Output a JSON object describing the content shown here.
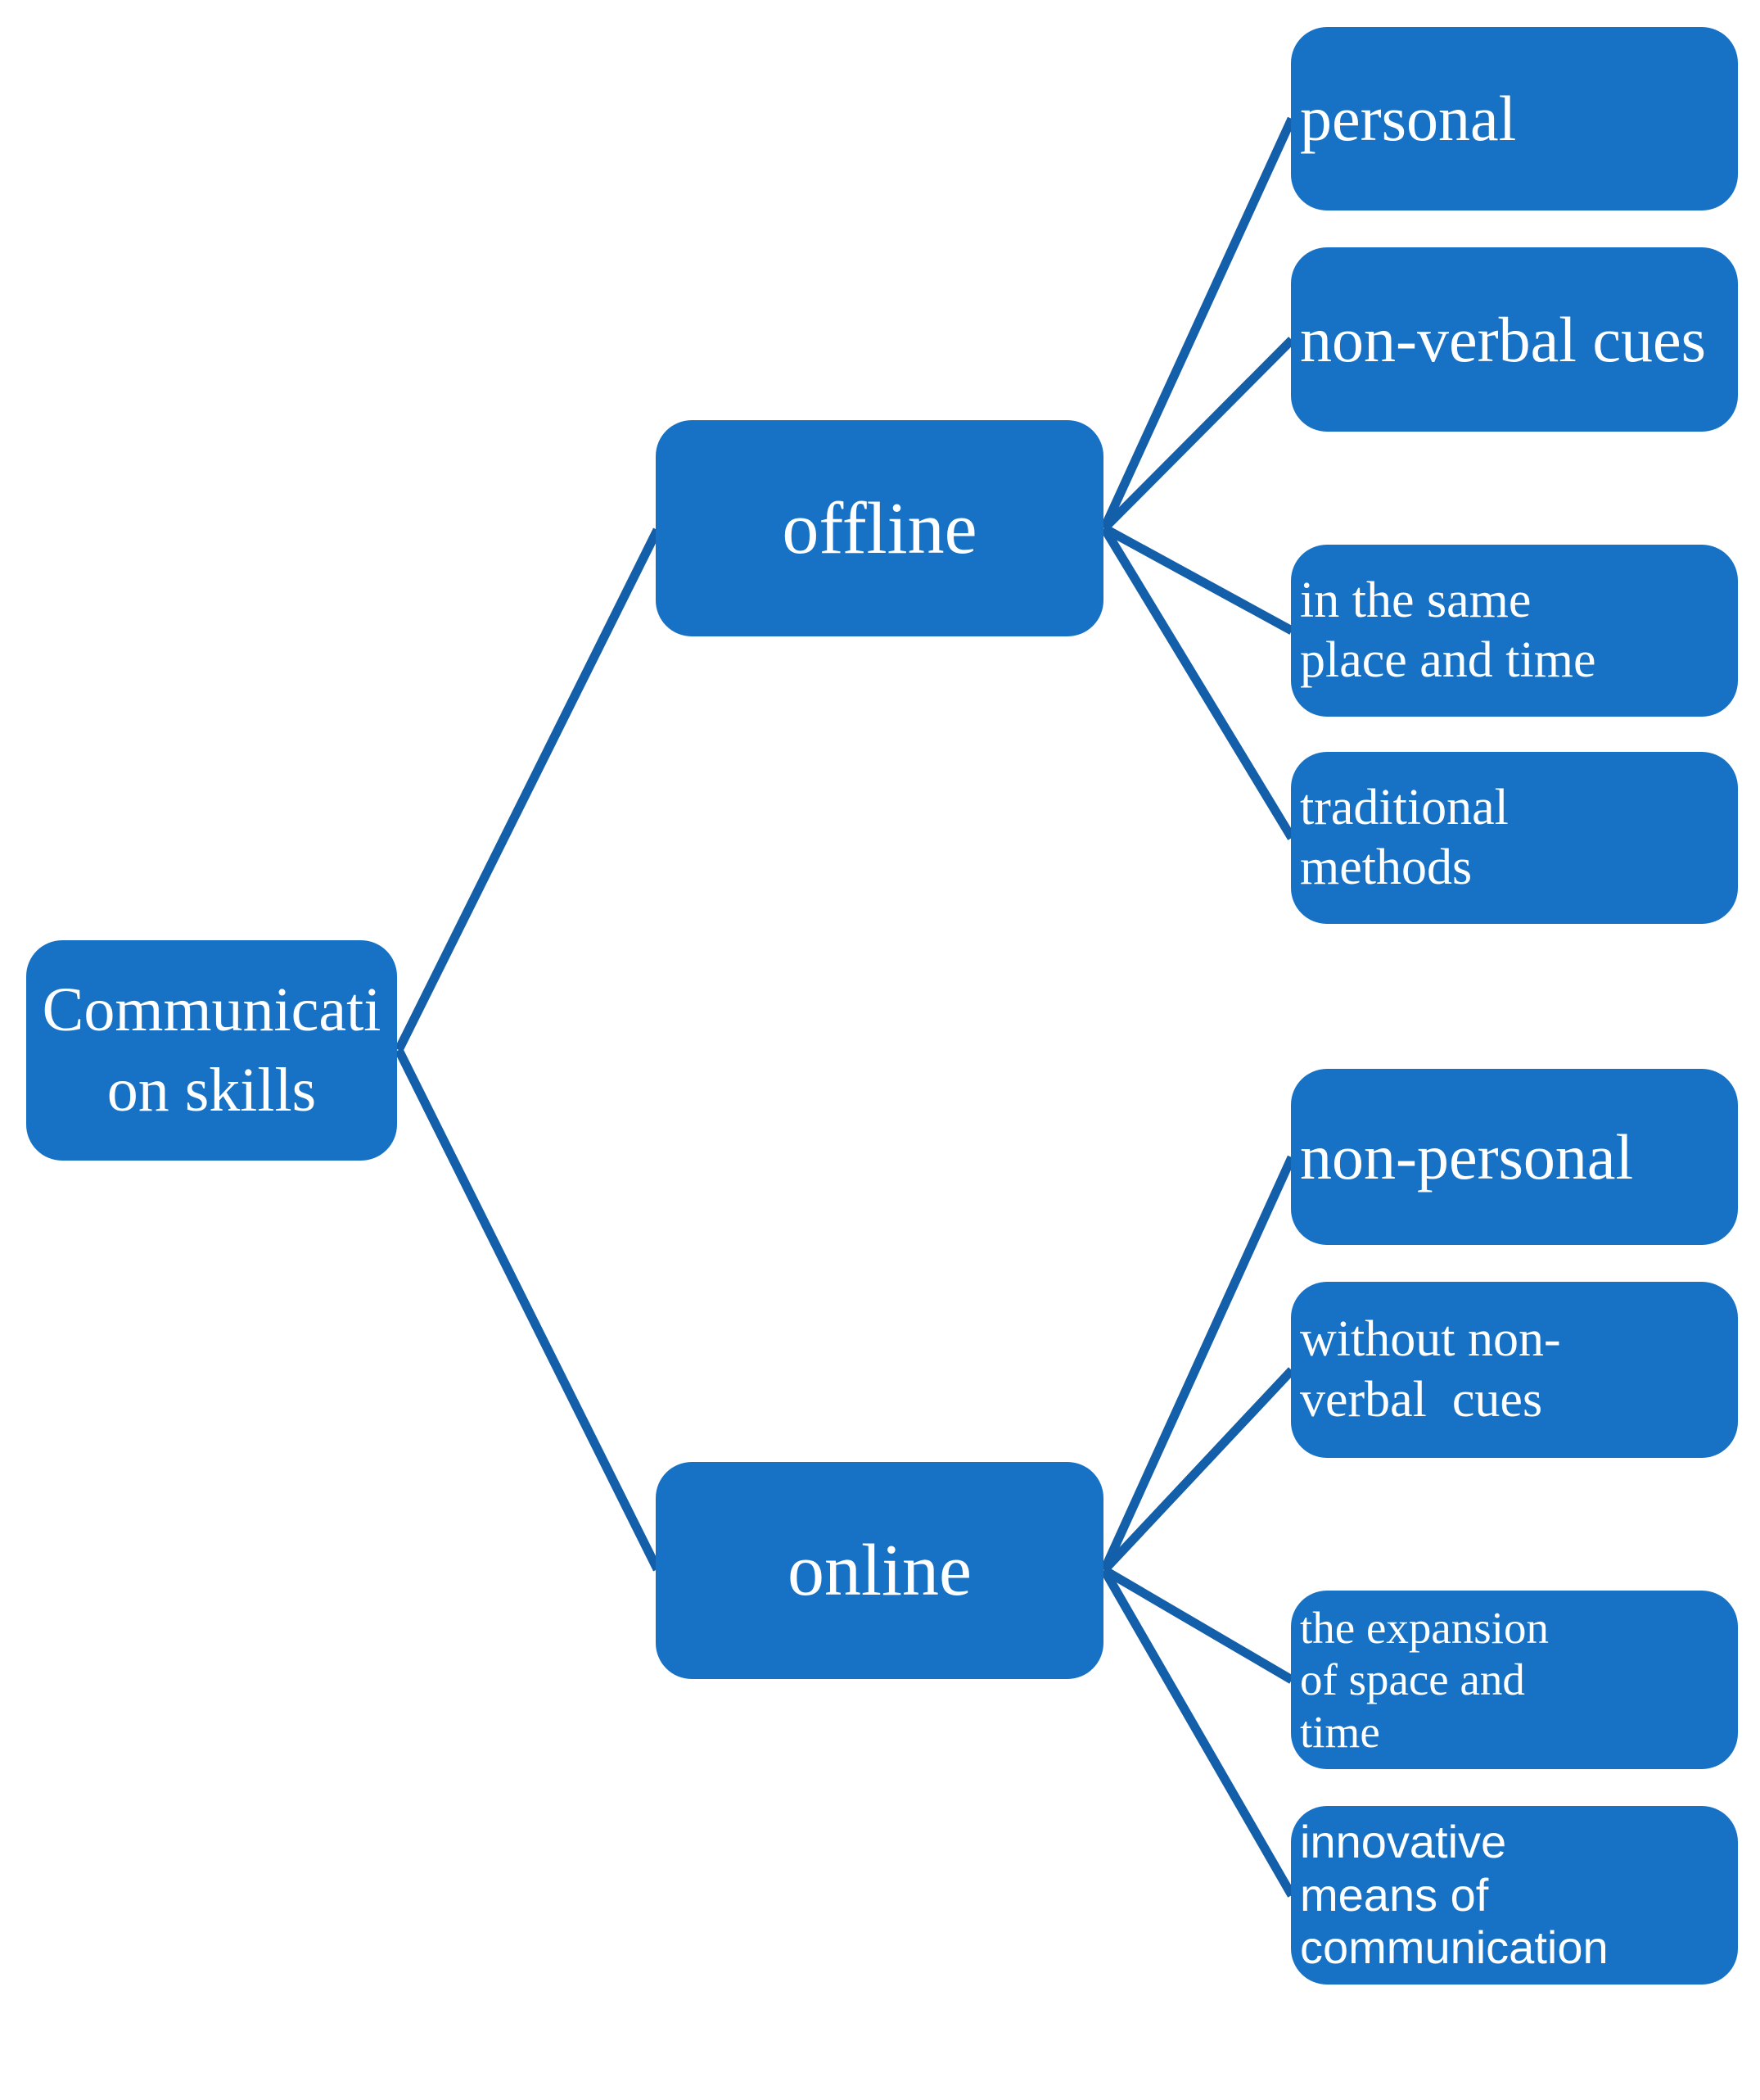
{
  "diagram": {
    "root": {
      "label": "Communicati\non skills"
    },
    "branches": [
      {
        "label": "offline",
        "children": [
          {
            "label": "personal"
          },
          {
            "label": "non-verbal cues"
          },
          {
            "label": "in the same\nplace and time"
          },
          {
            "label": "traditional\nmethods"
          }
        ]
      },
      {
        "label": "online",
        "children": [
          {
            "label": "non-personal"
          },
          {
            "label": "without non-\nverbal  cues"
          },
          {
            "label": "the expansion\nof space and\ntime"
          },
          {
            "label": "innovative\nmeans of\ncommunication"
          }
        ]
      }
    ]
  },
  "colors": {
    "node_fill": "#1772C5",
    "connector": "#145FA9",
    "text": "#FFFFFF",
    "background": "#FFFFFF"
  }
}
